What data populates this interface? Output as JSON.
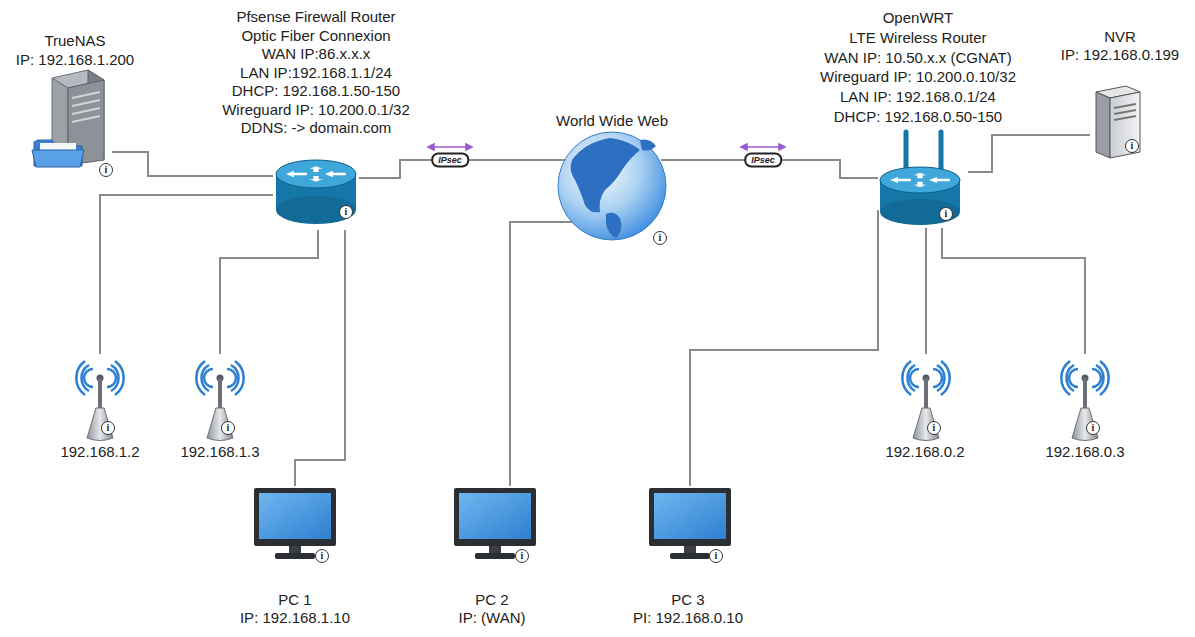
{
  "diagram": {
    "nodes": [
      {
        "text": [
          "TrueNAS",
          "IP: 192.168.1.200"
        ]
      },
      {
        "text": [
          "Pfsense Firewall Router",
          "Optic Fiber Connexion",
          "WAN IP:86.x.x.x",
          "LAN IP:192.168.1.1/24",
          "DHCP: 192.168.1.50-150",
          "Wireguard IP: 10.200.0.1/32",
          "DDNS: -> domain.com"
        ]
      },
      {
        "text": [
          "World Wide Web"
        ]
      },
      {
        "text": [
          "OpenWRT",
          "LTE Wireless Router",
          "WAN IP: 10.50.x.x (CGNAT)",
          "Wireguard IP: 10.200.0.10/32",
          "LAN IP: 192.168.0.1/24",
          "DHCP: 192.168.0.50-150"
        ]
      },
      {
        "text": [
          "NVR",
          "IP: 192.168.0.199"
        ]
      },
      {
        "text": [
          "192.168.1.2"
        ]
      },
      {
        "text": [
          "192.168.1.3"
        ]
      },
      {
        "text": [
          "192.168.0.2"
        ]
      },
      {
        "text": [
          "192.168.0.3"
        ]
      },
      {
        "text": [
          "PC 1",
          "IP: 192.168.1.10"
        ]
      },
      {
        "text": [
          "PC 2",
          "IP: (WAN)"
        ]
      },
      {
        "text": [
          "PC 3",
          "PI: 192.168.0.10"
        ]
      }
    ],
    "edges": [
      {
        "from": 0,
        "to": 1,
        "arrow": "none"
      },
      {
        "from": 1,
        "to": 2,
        "label": "IPsec",
        "arrow": "none"
      },
      {
        "from": 2,
        "to": 3,
        "label": "IPsec",
        "arrow": "none"
      },
      {
        "from": 3,
        "to": 4,
        "arrow": "none"
      },
      {
        "from": 1,
        "to": 5,
        "arrow": "none"
      },
      {
        "from": 1,
        "to": 6,
        "arrow": "none"
      },
      {
        "from": 1,
        "to": 9,
        "arrow": "none"
      },
      {
        "from": 2,
        "to": 10,
        "arrow": "none"
      },
      {
        "from": 3,
        "to": 11,
        "arrow": "none"
      },
      {
        "from": 3,
        "to": 7,
        "arrow": "none"
      },
      {
        "from": 3,
        "to": 8,
        "arrow": "none"
      }
    ],
    "labels": [
      "i",
      "i",
      "i",
      "i",
      "i",
      "i",
      "i",
      "i",
      "i",
      "i",
      "i",
      "i"
    ]
  }
}
